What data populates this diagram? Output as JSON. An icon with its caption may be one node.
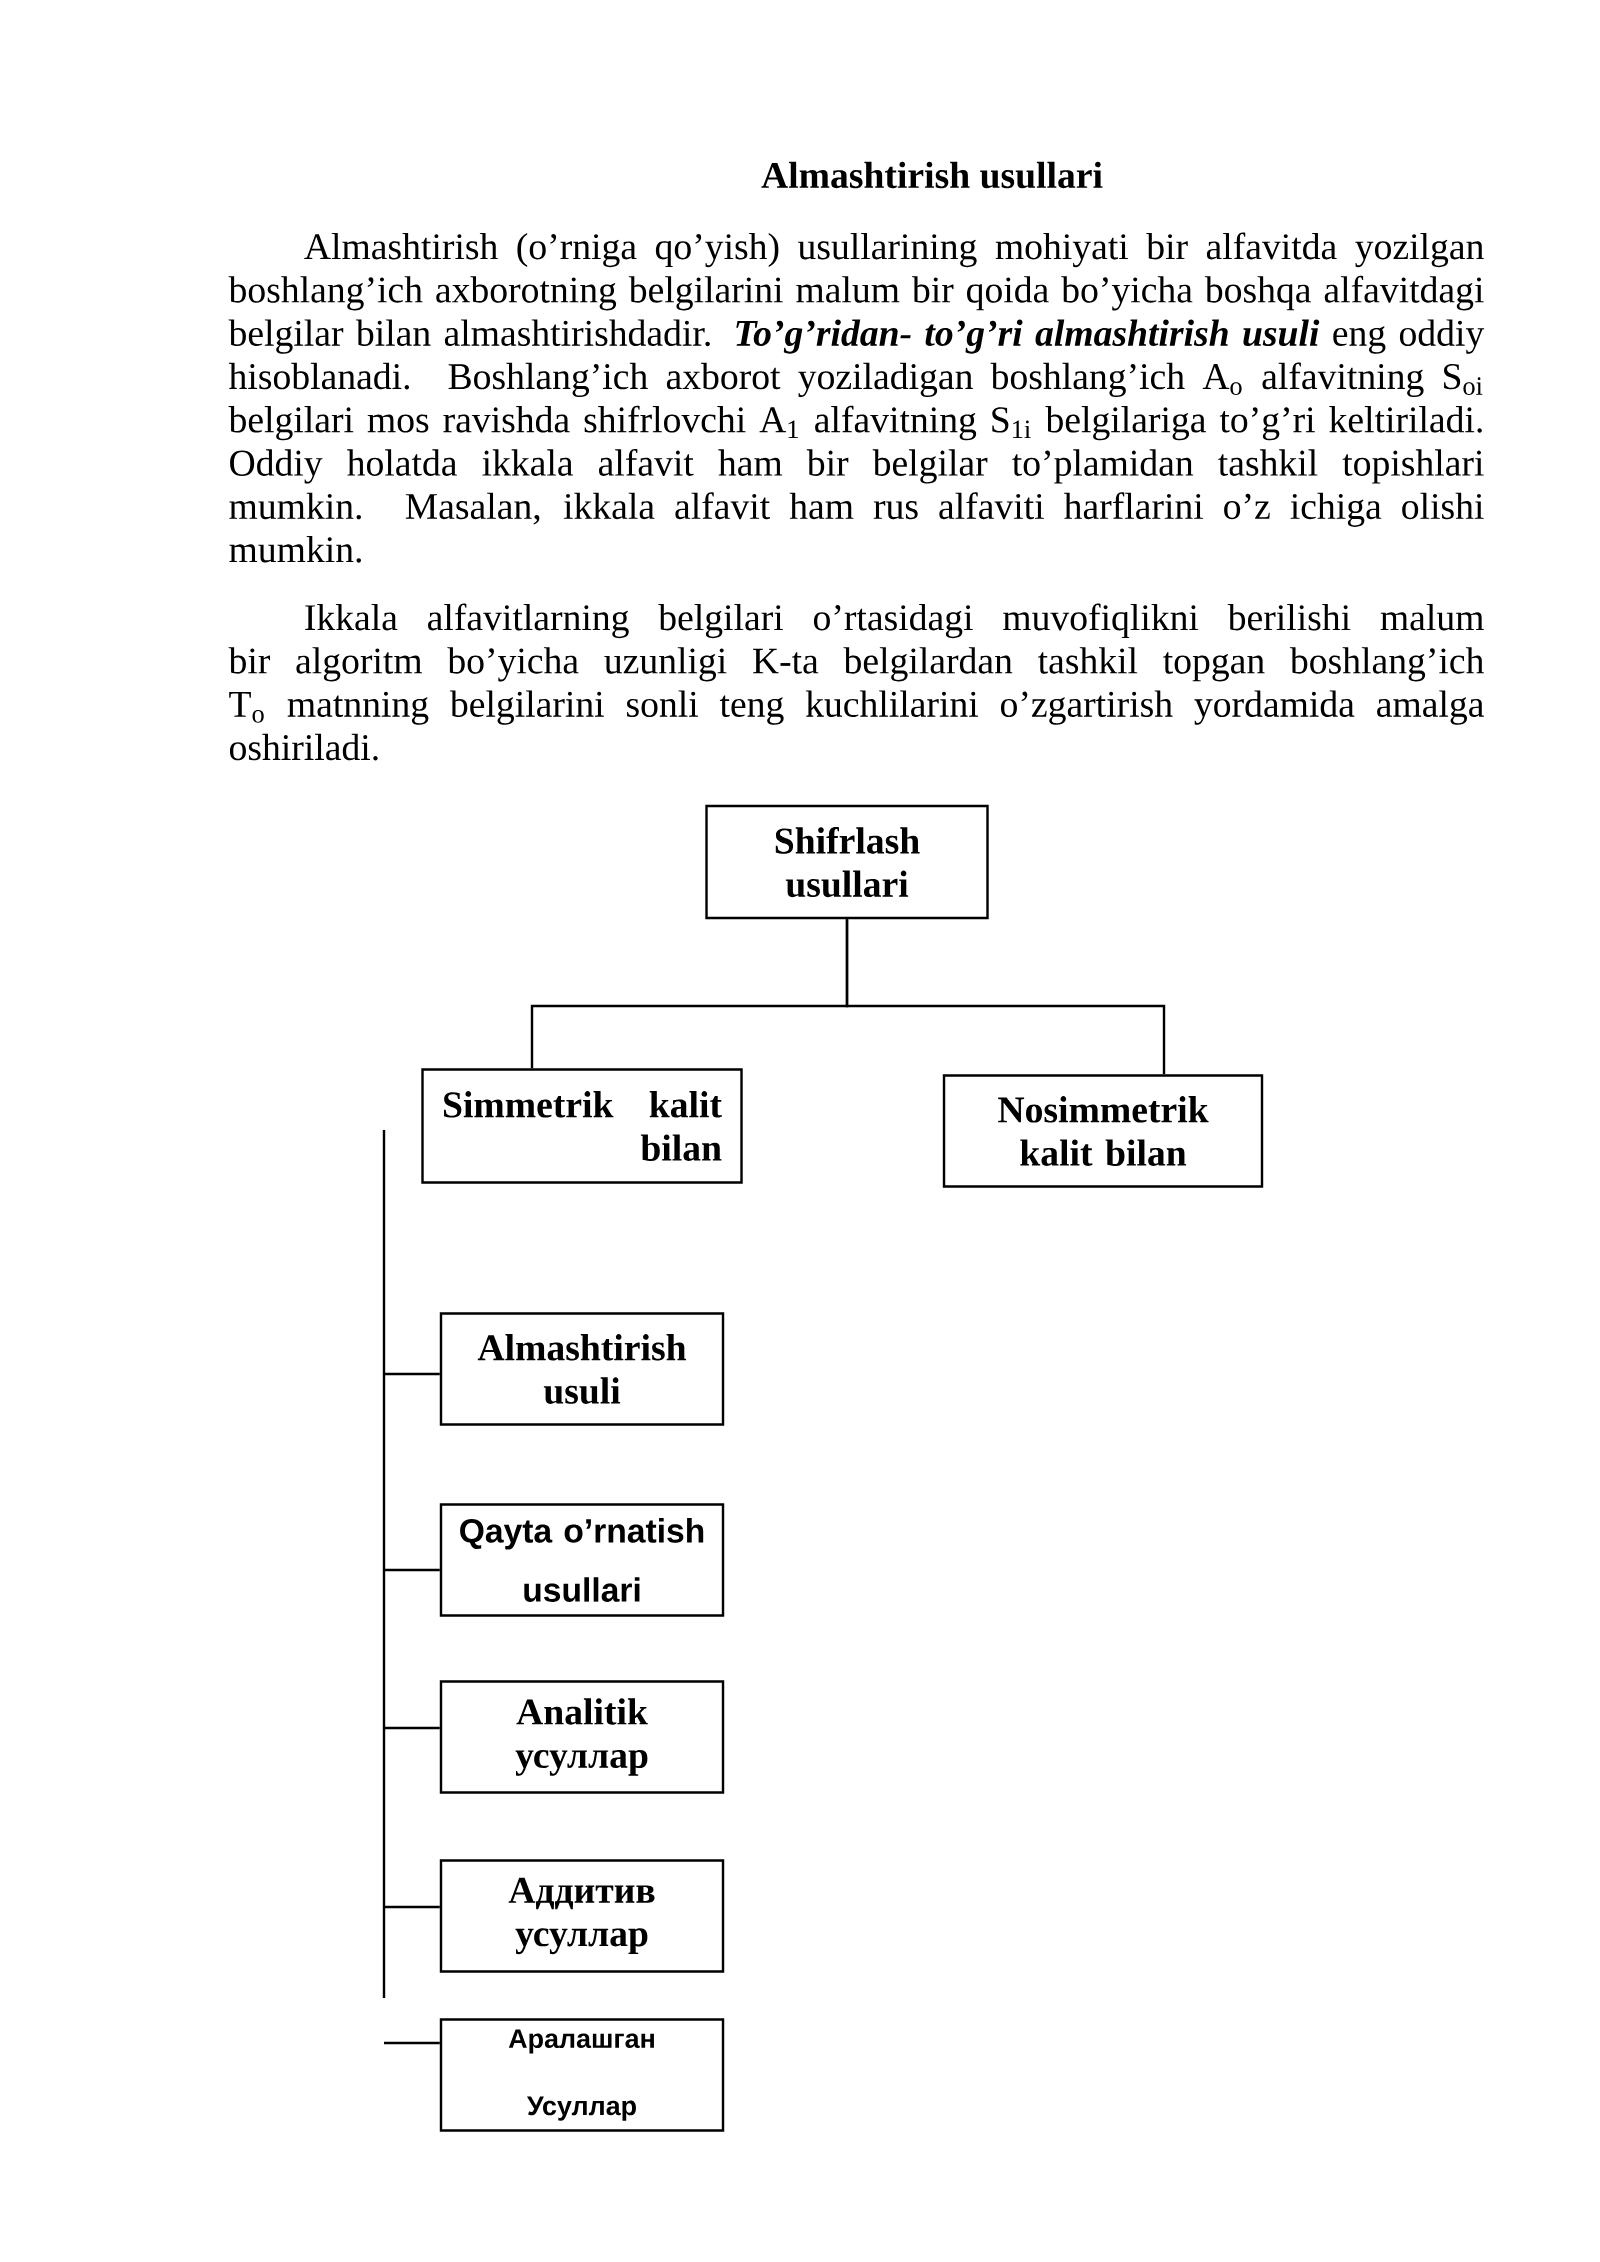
{
  "diagram": {
    "title": "Almashtirish usullari",
    "nodes": [
      {
        "text": [
          "Shifrlash usullari"
        ]
      },
      {
        "text": [
          "Simmetrik kalit bilan"
        ]
      },
      {
        "text": [
          "Nosimmetrik kalit bilan"
        ]
      },
      {
        "text": [
          "Almashtirish usuli"
        ]
      },
      {
        "text": [
          "Qayta o’rnatish usullari"
        ]
      },
      {
        "text": [
          "Analitik усуллар"
        ]
      },
      {
        "text": [
          "Аддитив усуллар"
        ]
      },
      {
        "text": [
          "Аралашган Усуллар"
        ]
      }
    ],
    "edges": [
      {
        "from": 0,
        "to": 1,
        "arrow": "none"
      },
      {
        "from": 0,
        "to": 2,
        "arrow": "none"
      },
      {
        "from": null,
        "to": 3,
        "arrow": "none"
      },
      {
        "from": null,
        "to": 4,
        "arrow": "none"
      },
      {
        "from": null,
        "to": 5,
        "arrow": "none"
      },
      {
        "from": null,
        "to": 6,
        "arrow": "none"
      },
      {
        "from": null,
        "to": 7,
        "arrow": "none"
      }
    ],
    "labels": [
      "Almashtirish (o’rniga qo’yish) usullarining mohiyati bir alfavitda yozilgan boshlang’ich axborotning belgilarini malum bir qoida bo’yicha boshqa alfavitdagi belgilar bilan almashtirishdadir. **To’g’ridan- to’g’ri almashtirish usuli** eng oddiy hisoblanadi. Boshlang’ich axborot yoziladigan boshlang’ich A$_{o}$ alfavitning S$_{oi}$ belgilari mos ravishda shifrlovchi A$_{1}$ alfavitning S$_{1i}$ belgilariga to’g’ri keltiriladi. Oddiy holatda ikkala alfavit ham bir belgilar to’plamidan tashkil topishlari mumkin. Masalan, ikkala alfavit ham rus alfaviti harflarini o’z ichiga olishi mumkin.",
      "Ikkala alfavitlarning belgilari o’rtasidagi muvofiqlikni berilishi malum bir algoritm bo’yicha uzunligi K-ta belgilardan tashkil topgan boshlang’ich T$_{o}$ matnning belgilarini sonli teng kuchlilarini o’zgartirish yordamida amalga oshiriladi."
    ]
  }
}
